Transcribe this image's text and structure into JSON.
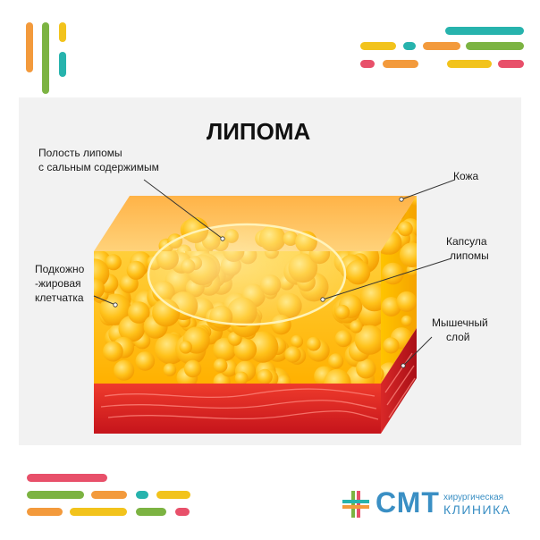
{
  "diagram": {
    "title": "ЛИПОМА",
    "labels": {
      "cavity_line1": "Полость липомы",
      "cavity_line2": "с сальным содержимым",
      "skin": "Кожа",
      "subcutaneous_line1": "Подкожно",
      "subcutaneous_line2": "-жировая",
      "subcutaneous_line3": "клетчатка",
      "capsule_line1": "Капсула",
      "capsule_line2": "липомы",
      "muscle_line1": "Мышечный",
      "muscle_line2": "слой"
    }
  },
  "brand": {
    "abbr": "СМТ",
    "subtitle_top": "хирургическая",
    "subtitle_bottom": "КЛИНИКА"
  },
  "colors": {
    "green": "#7cb342",
    "orange": "#f39a3c",
    "teal": "#27b3ad",
    "yellow": "#f2c31c",
    "pink": "#e8506a",
    "brand_blue": "#3a8fc4",
    "fat": "#ffb300",
    "muscle": "#e53935"
  }
}
